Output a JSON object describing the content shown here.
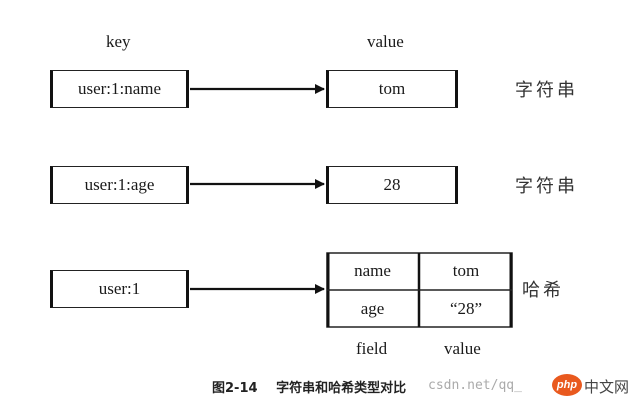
{
  "headers": {
    "key": "key",
    "value": "value"
  },
  "rows": [
    {
      "key": "user:1:name",
      "value": "tom",
      "type": "字符串"
    },
    {
      "key": "user:1:age",
      "value": "28",
      "type": "字符串"
    }
  ],
  "hash_row": {
    "key": "user:1",
    "type": "哈希",
    "fields": [
      {
        "field": "name",
        "value": "tom"
      },
      {
        "field": "age",
        "value": "“28”"
      }
    ],
    "field_label": "field",
    "value_label": "value"
  },
  "caption": {
    "figure": "图2-14",
    "text": "字符串和哈希类型对比"
  },
  "watermark": {
    "url": "csdn.net/qq_",
    "logo": "php",
    "site": "中文网"
  },
  "colors": {
    "ink": "#1a1a1a",
    "php_orange": "#e9591e",
    "watermark": "#aaaaaa"
  }
}
